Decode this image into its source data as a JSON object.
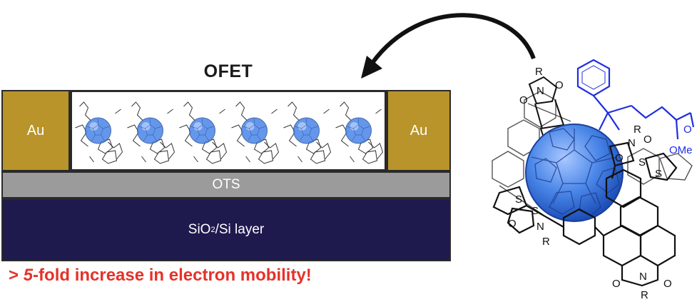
{
  "diagram": {
    "title": "OFET",
    "electrode_left": "Au",
    "electrode_right": "Au",
    "ots_layer": "OTS",
    "substrate": {
      "main": "SiO",
      "sub": "2",
      "rest": "/Si layer"
    },
    "caption": {
      "prefix": "> ",
      "emph": "5",
      "rest": "-fold increase in electron mobility!"
    },
    "molecule_labels": {
      "r_top": "R",
      "n_top": "N",
      "o_top_left": "O",
      "o_top_right": "O",
      "r_mid": "R",
      "n_mid": "N",
      "o_mid": "O",
      "s1": "S",
      "s2": "S",
      "s3": "S",
      "s4": "S",
      "o_left": "O",
      "n_left": "N",
      "r_left": "R",
      "ome": "OMe",
      "ester_o": "O",
      "o_bottom_left": "O",
      "n_bottom": "N",
      "o_bottom_right": "O",
      "r_bottom": "R"
    },
    "colors": {
      "gold": "#b8942a",
      "ots": "#9b9b9b",
      "substrate": "#1e1a4e",
      "caption": "#e5322a",
      "fullerene": "#4a86e8",
      "blue_chain": "#1f2ee0"
    },
    "molecule_count": 6
  }
}
